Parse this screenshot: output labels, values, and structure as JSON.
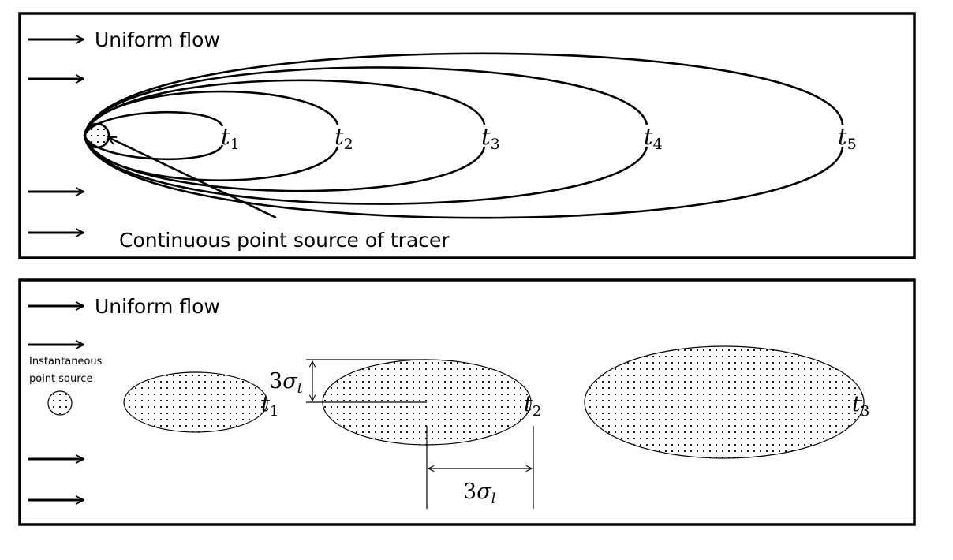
{
  "top_panel": {
    "flow_label": "Uniform flow",
    "source_label": "Continuous point source of tracer",
    "time_labels": [
      {
        "base": "t",
        "sub": "1"
      },
      {
        "base": "t",
        "sub": "2"
      },
      {
        "base": "t",
        "sub": "3"
      },
      {
        "base": "t",
        "sub": "4"
      },
      {
        "base": "t",
        "sub": "5"
      }
    ]
  },
  "bottom_panel": {
    "flow_label": "Uniform flow",
    "source_label_line1": "Instantaneous",
    "source_label_line2": "point source",
    "time_labels": [
      {
        "base": "t",
        "sub": "1"
      },
      {
        "base": "t",
        "sub": "2"
      },
      {
        "base": "t",
        "sub": "3"
      }
    ],
    "transverse_label": {
      "coef": "3",
      "sym": "σ",
      "sub": "t"
    },
    "longitudinal_label": {
      "coef": "3",
      "sym": "σ",
      "sub": "l"
    }
  }
}
